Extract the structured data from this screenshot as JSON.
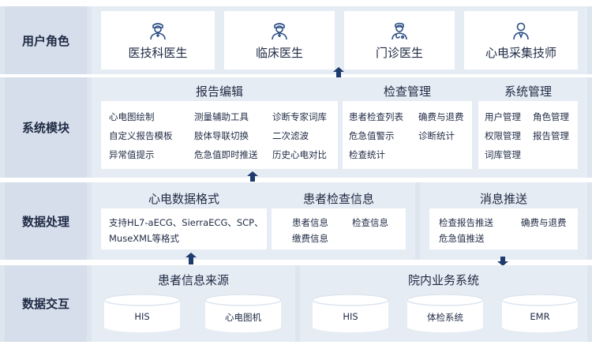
{
  "rows": {
    "user_roles": "用户角色",
    "system_modules": "系统模块",
    "data_processing": "数据处理",
    "data_exchange": "数据交互"
  },
  "roles": [
    "医技科医生",
    "临床医生",
    "门诊医生",
    "心电采集技师"
  ],
  "modules": {
    "report_edit": {
      "title": "报告编辑",
      "items": [
        "心电图绘制",
        "测量辅助工具",
        "诊断专家词库",
        "自定义报告模板",
        "肢体导联切换",
        "二次滤波",
        "异常值提示",
        "危急值即时推送",
        "历史心电对比"
      ]
    },
    "exam_mgmt": {
      "title": "检查管理",
      "items": [
        "患者检查列表",
        "确费与退费",
        "危急值警示",
        "诊断统计",
        "检查统计"
      ]
    },
    "system_mgmt": {
      "title": "系统管理",
      "items": [
        "用户管理",
        "角色管理",
        "权限管理",
        "报告管理",
        "词库管理"
      ]
    }
  },
  "processing": {
    "ecg_format": {
      "title": "心电数据格式",
      "line1": "支持HL7-aECG、SierraECG、SCP、",
      "line2": "MuseXML等格式"
    },
    "patient_info": {
      "title": "患者检查信息",
      "items": [
        "患者信息",
        "检查信息",
        "缴费信息"
      ]
    },
    "message_push": {
      "title": "消息推送",
      "items": [
        "检查报告推送",
        "确费与退费",
        "危急值推送"
      ]
    }
  },
  "exchange": {
    "patient_source": {
      "title": "患者信息来源",
      "items": [
        "HIS",
        "心电图机"
      ]
    },
    "hospital_systems": {
      "title": "院内业务系统",
      "items": [
        "HIS",
        "体检系统",
        "EMR"
      ]
    }
  },
  "colors": {
    "band": "#dde5ef",
    "label": "#d5deea",
    "arrow": "#1f3a6e",
    "icon": "#2c4f86"
  }
}
